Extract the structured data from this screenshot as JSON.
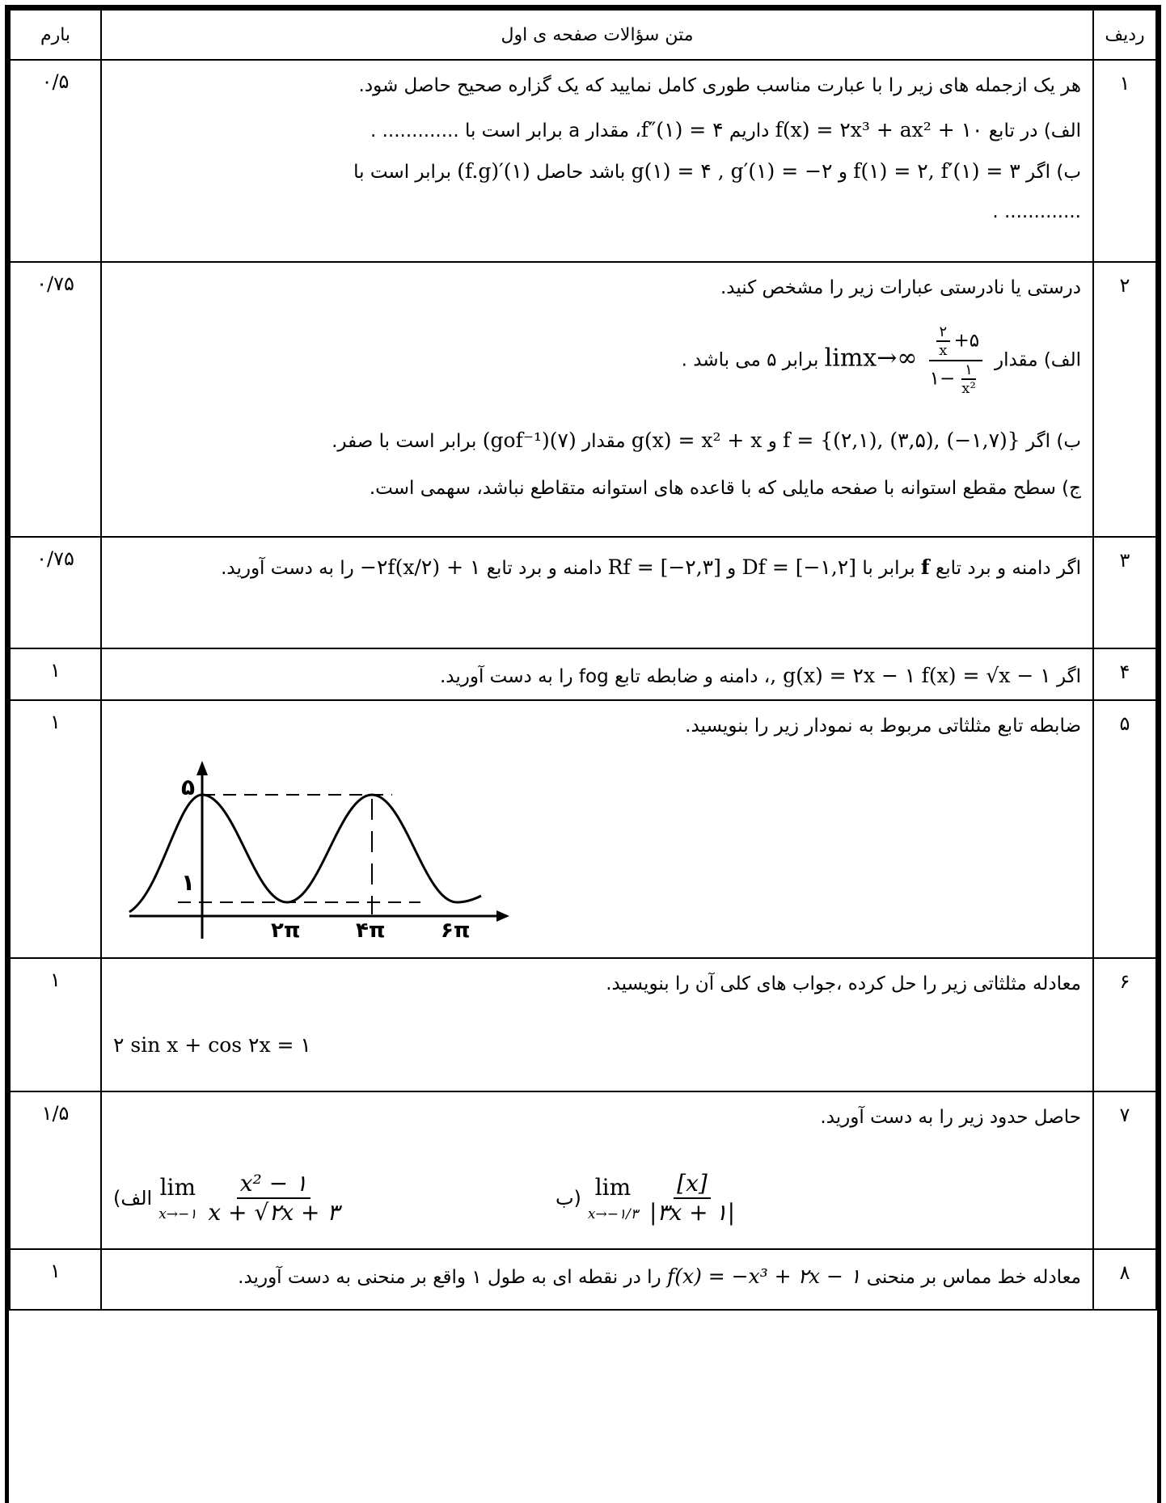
{
  "header": {
    "row_label": "ردیف",
    "text_label": "متن سؤالات صفحه ی اول",
    "score_label": "بارم"
  },
  "questions": [
    {
      "num": "۱",
      "score": "۰/۵",
      "title": "هر یک ازجمله های زیر را با عبارت مناسب طوری کامل نمایید که یک گزاره صحیح حاصل شود.",
      "a_prefix": "الف) در تابع",
      "a_func": "f(x) = ۲x³ + ax² + ۱۰",
      "a_mid": "داریم",
      "a_cond": "f″(۱) = ۴",
      "a_suffix": "، مقدار a برابر است با ............. .",
      "b_prefix": "ب) اگر",
      "b_cond": "f(۱) = ۲, f′(۱) = ۳",
      "b_and": "و",
      "b_cond2": "g(۱) = ۴ , g′(۱) = −۲",
      "b_mid": "باشد حاصل",
      "b_expr": "(f.g)′(۱)",
      "b_suffix": "برابر است با",
      "b_blank": "............. ."
    },
    {
      "num": "۲",
      "score": "۰/۷۵",
      "title": "درستی یا نادرستی عبارات زیر را مشخص کنید.",
      "a_prefix": "الف) مقدار",
      "a_lim": "limx→∞",
      "a_num_inner_top": "۲",
      "a_num_inner_bot": "x",
      "a_num_plus": "+۵",
      "a_den_one": "۱−",
      "a_den_inner_top": "۱",
      "a_den_inner_bot": "x²",
      "a_suffix": "برابر ۵ می باشد .",
      "b_prefix": "ب) اگر",
      "b_set": "f = {(۲,۱), (۳,۵), (−۱,۷)}",
      "b_and": "و",
      "b_g": "g(x) = x² + x",
      "b_mid": "مقدار",
      "b_expr": "(gof⁻¹)(۷)",
      "b_suffix": "برابر است با صفر.",
      "c_text": "ج) سطح مقطع استوانه با صفحه مایلی که با قاعده های استوانه متقاطع نباشد، سهمی است."
    },
    {
      "num": "۳",
      "score": "۰/۷۵",
      "prefix": "اگر دامنه و برد تابع",
      "fname": "f",
      "mid1": "برابر با",
      "df": "Df = [−۱,۲]",
      "and": "و",
      "rf": "Rf = [−۲,۳]",
      "mid2": "دامنه و برد تابع",
      "expr": "−۲f(x/۲) + ۱",
      "suffix": "را به دست آورید."
    },
    {
      "num": "۴",
      "score": "۱",
      "prefix": "اگر",
      "f": "f(x) = √x − ۱",
      "g": ", g(x) = ۲x − ۱",
      "suffix": "، دامنه و ضابطه تابع fog را به دست آورید."
    },
    {
      "num": "۵",
      "score": "۱",
      "title": "ضابطه تابع مثلثاتی مربوط به نمودار زیر را بنویسید.",
      "graph": {
        "y_top_label": "۵",
        "y_bottom_label": "۱",
        "x_labels": [
          "۲π",
          "۴π",
          "۶π"
        ]
      }
    },
    {
      "num": "۶",
      "score": "۱",
      "title": "معادله مثلثاتی زیر را حل کرده ،جواب های کلی آن را بنویسید.",
      "equation": "۲ sin x + cos ۲x = ۱"
    },
    {
      "num": "۷",
      "score": "۱/۵",
      "title": "حاصل حدود زیر را به دست آورید.",
      "a_label": "(الف",
      "a_lim": "lim",
      "a_sub": "x→−۱",
      "a_num": "x² − ۱",
      "a_den": "x + √۲x + ۳",
      "b_label": "ب)",
      "b_lim": "lim",
      "b_sub": "x→−۱/۳",
      "b_num": "[x]",
      "b_den": "|۳x + ۱|"
    },
    {
      "num": "۸",
      "score": "۱",
      "prefix": "معادله خط مماس بر منحنی",
      "func": "f(x) = −x³ + ۲x − ۱",
      "suffix": "را در نقطه ای به طول ۱ واقع بر منحنی به دست آورید."
    }
  ]
}
